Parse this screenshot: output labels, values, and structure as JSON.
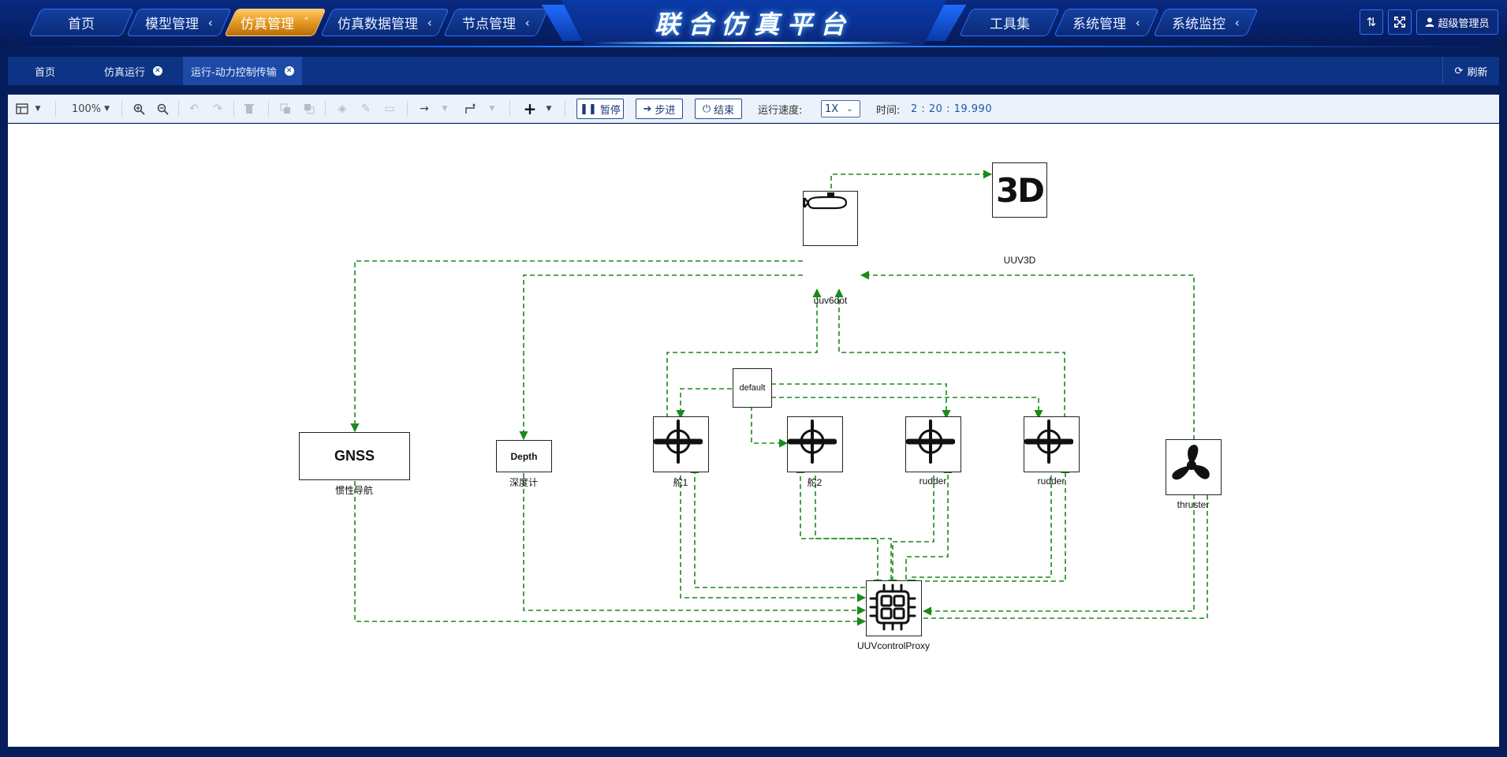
{
  "header": {
    "title": "联合仿真平台",
    "nav_left": [
      {
        "label": "首页",
        "chevron": ""
      },
      {
        "label": "模型管理",
        "chevron": "‹"
      },
      {
        "label": "仿真管理",
        "chevron": "ˆ"
      },
      {
        "label": "仿真数据管理",
        "chevron": "‹"
      },
      {
        "label": "节点管理",
        "chevron": "‹"
      }
    ],
    "nav_right": [
      {
        "label": "工具集",
        "chevron": ""
      },
      {
        "label": "系统管理",
        "chevron": "‹"
      },
      {
        "label": "系统监控",
        "chevron": "‹"
      }
    ],
    "active_nav": "仿真管理",
    "icons": {
      "sort": "sort-icon",
      "fullscreen": "fullscreen-icon",
      "user": "user-icon"
    },
    "user_label": "超级管理员"
  },
  "tabs": {
    "items": [
      {
        "label": "首页",
        "closable": false
      },
      {
        "label": "仿真运行",
        "closable": true
      },
      {
        "label": "运行-动力控制传输",
        "closable": true
      }
    ],
    "active": "运行-动力控制传输",
    "refresh_label": "刷新"
  },
  "toolbar": {
    "zoom": "100%",
    "pause_label": "暂停",
    "step_label": "步进",
    "end_label": "结束",
    "speed_label": "运行速度:",
    "speed_value": "1X",
    "time_label": "时间:",
    "time_value": "2 : 20 : 19.990"
  },
  "diagram": {
    "nodes": [
      {
        "id": "uuv6dot",
        "label": "uuv6dot",
        "icon": "submarine-icon"
      },
      {
        "id": "uuv3d",
        "label": "UUV3D",
        "icon": "3d-icon",
        "text": "3D"
      },
      {
        "id": "gnss",
        "label": "惯性导航",
        "text": "GNSS"
      },
      {
        "id": "depth",
        "label": "深度计",
        "text": "Depth"
      },
      {
        "id": "default",
        "label": "",
        "text": "default"
      },
      {
        "id": "rudder1",
        "label": "舵1",
        "icon": "rudder-icon"
      },
      {
        "id": "rudder2",
        "label": "舵2",
        "icon": "rudder-icon"
      },
      {
        "id": "rudder3",
        "label": "rudder",
        "icon": "rudder-icon"
      },
      {
        "id": "rudder4",
        "label": "rudder",
        "icon": "rudder-icon"
      },
      {
        "id": "thruster",
        "label": "thruster",
        "icon": "propeller-icon"
      },
      {
        "id": "proxy",
        "label": "UUVcontrolProxy",
        "icon": "chip-icon"
      }
    ],
    "connection_color": "#1a8a1a"
  },
  "colors": {
    "header_bg": "#06206a",
    "active_nav": "#e0941c",
    "tab_bar": "#0c3384",
    "toolbar_bg": "#ecf2fb",
    "link_green": "#1a8a1a"
  }
}
